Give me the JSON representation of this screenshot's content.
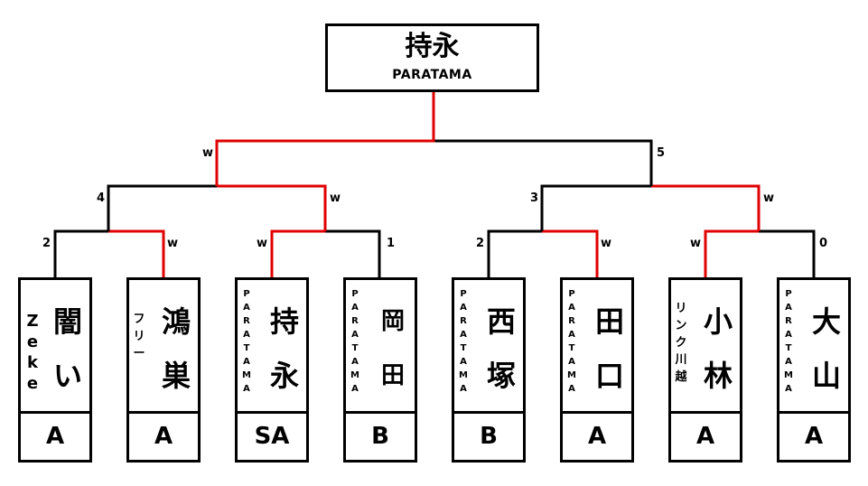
{
  "champion": {
    "name": "持永",
    "team": "PARATAMA"
  },
  "players": [
    {
      "name": "闇い",
      "team": "Zeke",
      "rank": "A"
    },
    {
      "name": "鴻巣",
      "team": "フリー",
      "rank": "A"
    },
    {
      "name": "持永",
      "team": "PARATAMA",
      "rank": "SA"
    },
    {
      "name": "岡田",
      "team": "PARATAMA",
      "rank": "B"
    },
    {
      "name": "西塚",
      "team": "PARATAMA",
      "rank": "B"
    },
    {
      "name": "田口",
      "team": "PARATAMA",
      "rank": "A"
    },
    {
      "name": "小林",
      "team": "リンク川越",
      "rank": "A"
    },
    {
      "name": "大山",
      "team": "PARATAMA",
      "rank": "A"
    }
  ],
  "scores": {
    "r1": [
      "2",
      "w",
      "w",
      "1",
      "2",
      "w",
      "w",
      "0"
    ],
    "r2": [
      "4",
      "w",
      "3",
      "w"
    ],
    "r3": [
      "w",
      "5"
    ]
  },
  "colors": {
    "win_line": "#e00000",
    "line": "#000000"
  }
}
